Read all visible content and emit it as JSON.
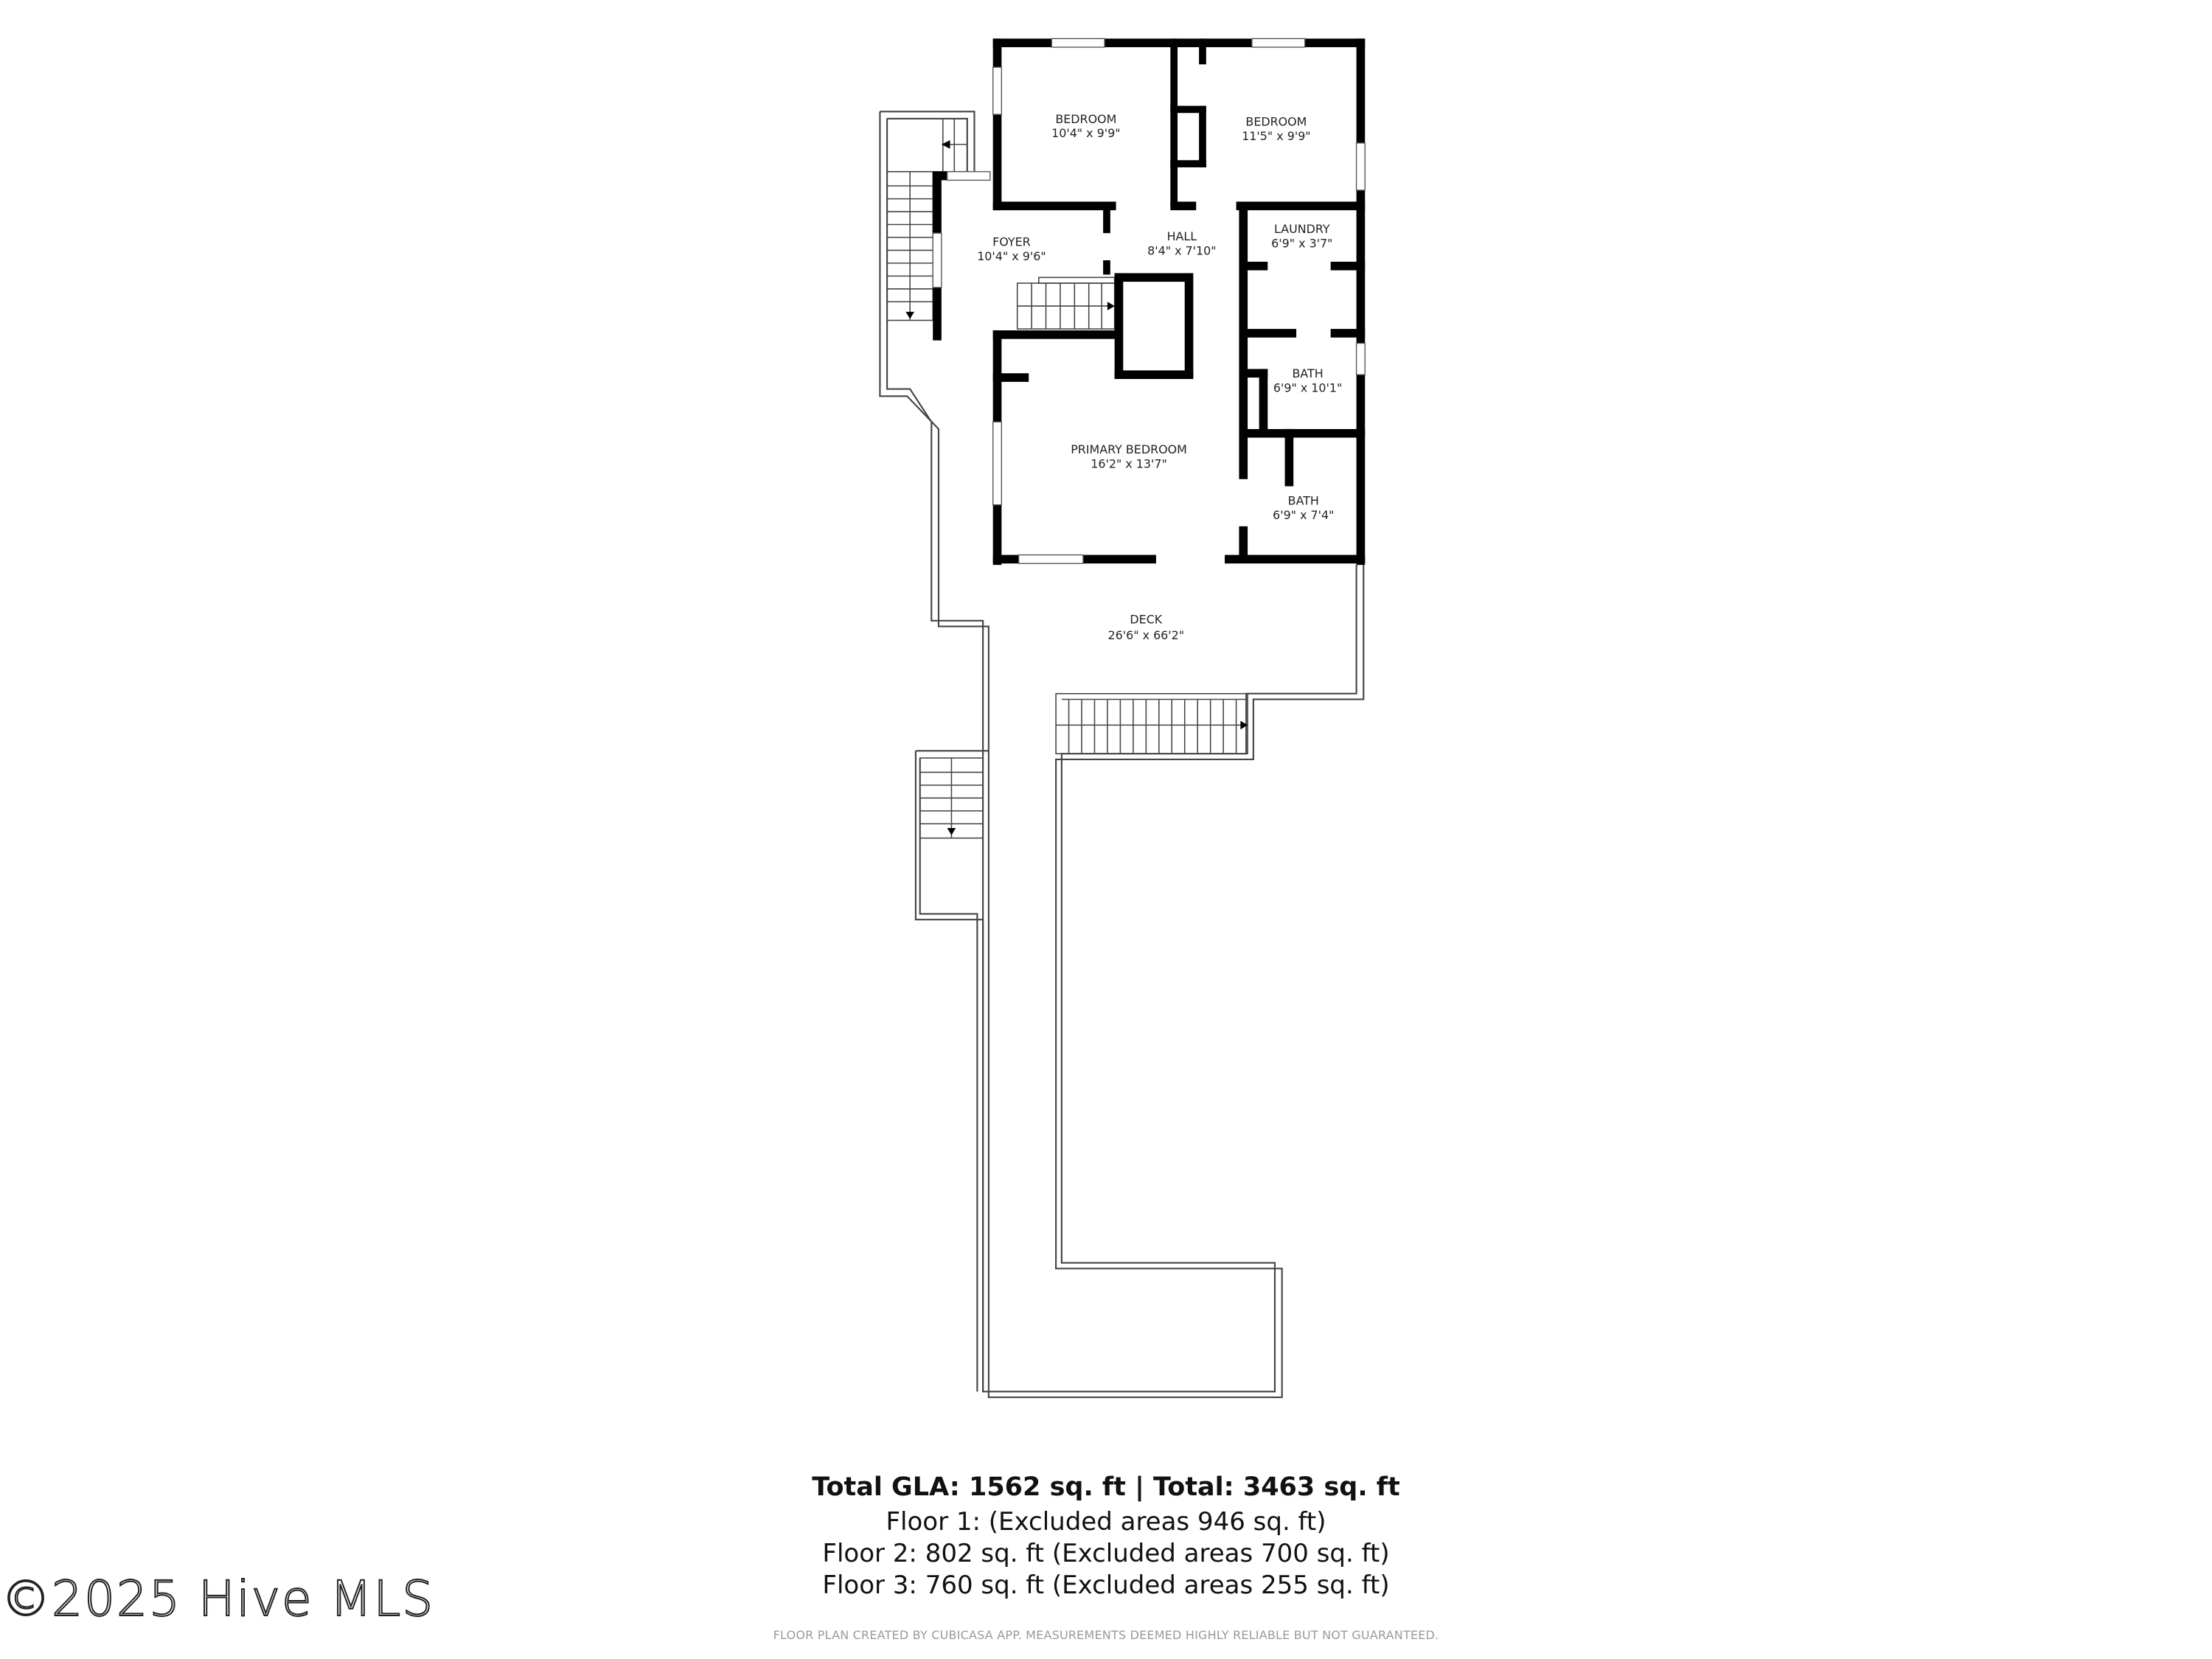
{
  "floor_plan": {
    "rooms": [
      {
        "name": "BEDROOM",
        "dims": "10'4\" x 9'9\""
      },
      {
        "name": "BEDROOM",
        "dims": "11'5\" x 9'9\""
      },
      {
        "name": "FOYER",
        "dims": "10'4\" x 9'6\""
      },
      {
        "name": "HALL",
        "dims": "8'4\" x 7'10\""
      },
      {
        "name": "LAUNDRY",
        "dims": "6'9\" x 3'7\""
      },
      {
        "name": "BATH",
        "dims": "6'9\" x 10'1\""
      },
      {
        "name": "PRIMARY BEDROOM",
        "dims": "16'2\" x 13'7\""
      },
      {
        "name": "BATH",
        "dims": "6'9\" x 7'4\""
      },
      {
        "name": "DECK",
        "dims": "26'6\" x 66'2\""
      }
    ]
  },
  "summary": {
    "total": "Total GLA: 1562 sq. ft | Total: 3463 sq. ft",
    "floor1": "Floor 1: (Excluded areas 946 sq. ft)",
    "floor2": "Floor 2: 802 sq. ft (Excluded areas 700 sq. ft)",
    "floor3": "Floor 3: 760 sq. ft (Excluded areas 255 sq. ft)"
  },
  "disclaimer": "FLOOR PLAN CREATED BY CUBICASA APP. MEASUREMENTS DEEMED HIGHLY RELIABLE BUT NOT GUARANTEED.",
  "watermark": "©2025 Hive MLS"
}
